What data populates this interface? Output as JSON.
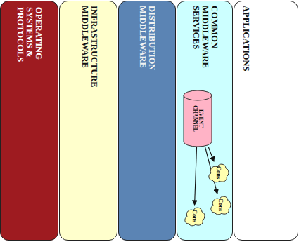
{
  "diagram": {
    "nodes": [
      {
        "text": [
          "OPERATING SYSTEMS & PROTOCOLS"
        ]
      },
      {
        "text": [
          "INFRASTRUCTURE MIDDLEWARE"
        ]
      },
      {
        "text": [
          "DISTRIBUTION MIDDLEWARE"
        ]
      },
      {
        "text": [
          "COMMON MIDDLEWARE SERVICES"
        ]
      },
      {
        "text": [
          "EVENT CHANNEL"
        ],
        "in": 3
      },
      {
        "text": [
          "Cons"
        ],
        "in": 3
      },
      {
        "text": [
          "Cons"
        ],
        "in": 3
      },
      {
        "text": [
          "Cons"
        ],
        "in": 3
      },
      {
        "text": [
          "APPLICATIONS"
        ]
      }
    ],
    "edges": [
      {
        "from": 4,
        "to": 5,
        "arrow": "to"
      },
      {
        "from": 4,
        "to": 6,
        "arrow": "to"
      },
      {
        "from": 4,
        "to": 7,
        "arrow": "to"
      }
    ]
  }
}
